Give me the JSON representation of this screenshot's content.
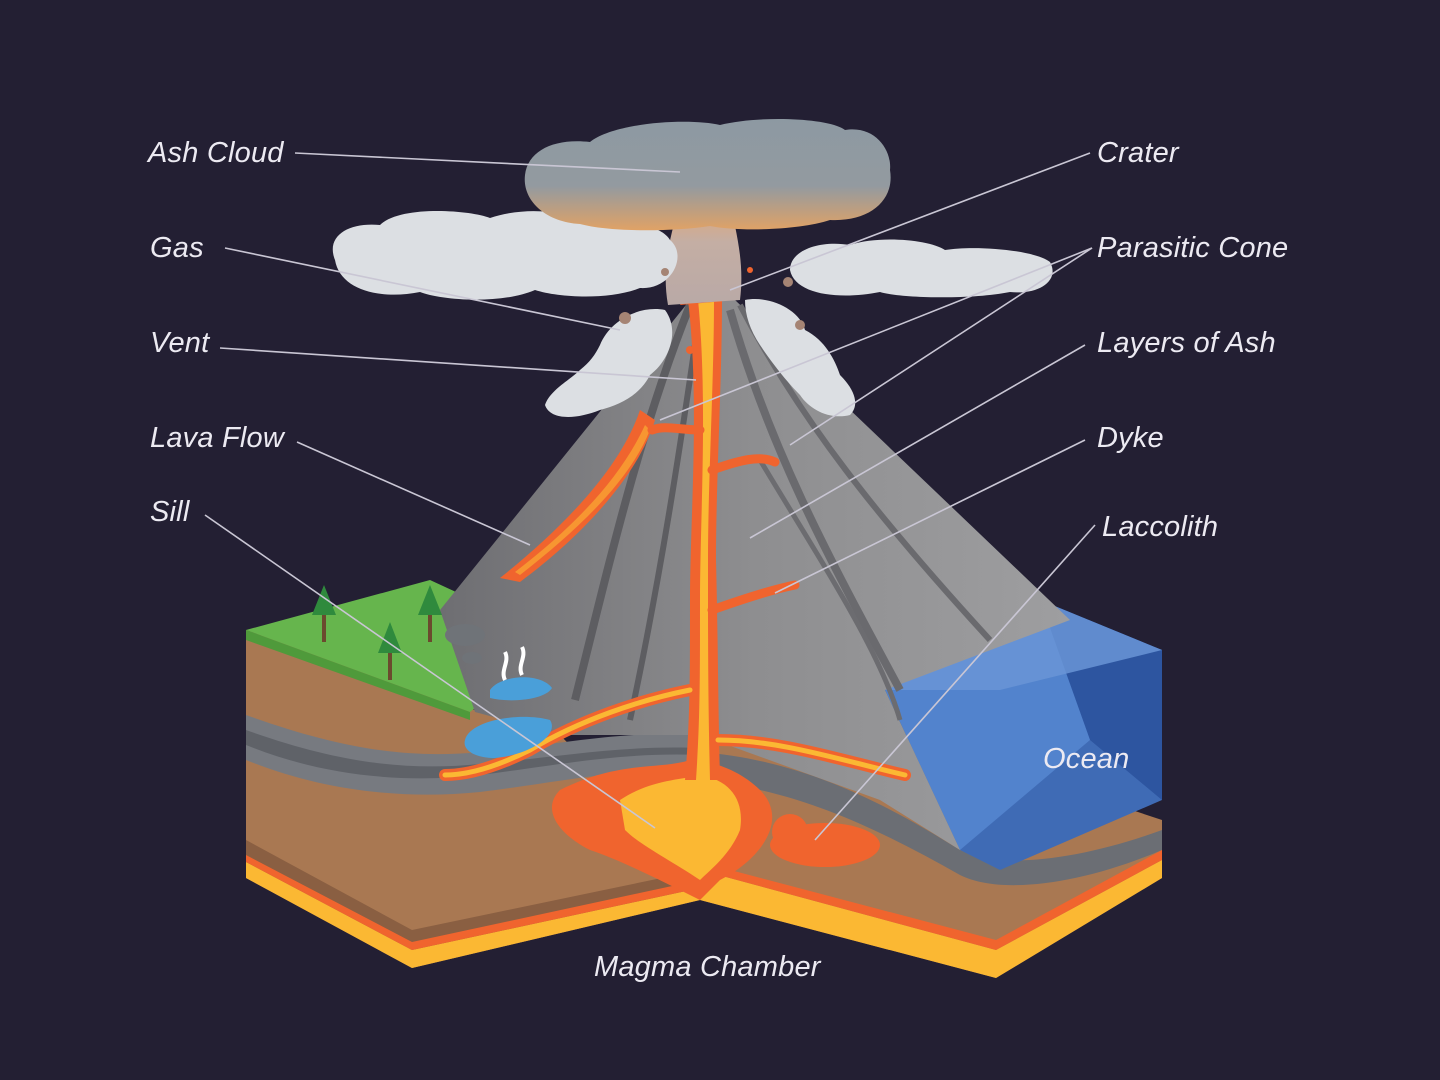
{
  "colors": {
    "background": "#231f33",
    "label_text": "#eceaf2",
    "leader_line": "#c9c6d4",
    "ash_cloud": "#8a96a0",
    "gas_cloud": "#dcdfe3",
    "volcano_rock": "#8b8b8b",
    "magma_light": "#fbb833",
    "magma_dark": "#f0642e",
    "soil": "#a97852",
    "grass": "#66b54d",
    "ocean": "#4a77c4"
  },
  "labels": {
    "ash_cloud": "Ash Cloud",
    "gas": "Gas",
    "vent": "Vent",
    "lava_flow": "Lava Flow",
    "sill": "Sill",
    "crater": "Crater",
    "parasitic_cone": "Parasitic Cone",
    "layers_of_ash": "Layers of Ash",
    "dyke": "Dyke",
    "laccolith": "Laccolith",
    "ocean": "Ocean",
    "magma_chamber": "Magma Chamber"
  }
}
